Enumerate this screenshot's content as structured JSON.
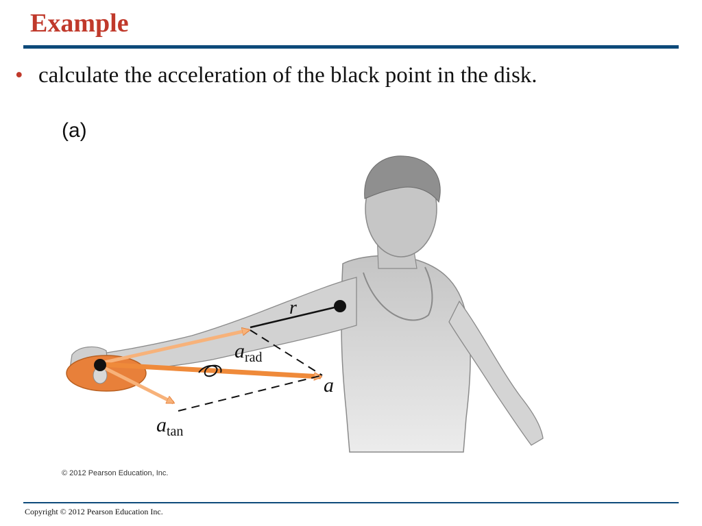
{
  "slide": {
    "title": "Example",
    "bullet": "calculate the acceleration of the black point in the disk.",
    "footer": "Copyright © 2012 Pearson Education Inc."
  },
  "figure": {
    "panel_label": "(a)",
    "labels": {
      "r": "r",
      "a_rad_main": "a",
      "a_rad_sub": "rad",
      "a": "a",
      "a_tan_main": "a",
      "a_tan_sub": "tan"
    },
    "credit": "© 2012 Pearson Education, Inc."
  },
  "colors": {
    "title": "#c0392b",
    "rule": "#0d4a7a",
    "arrow": "#f08a3c",
    "disk": "#e8803a",
    "skin": "#cfcfcf"
  }
}
